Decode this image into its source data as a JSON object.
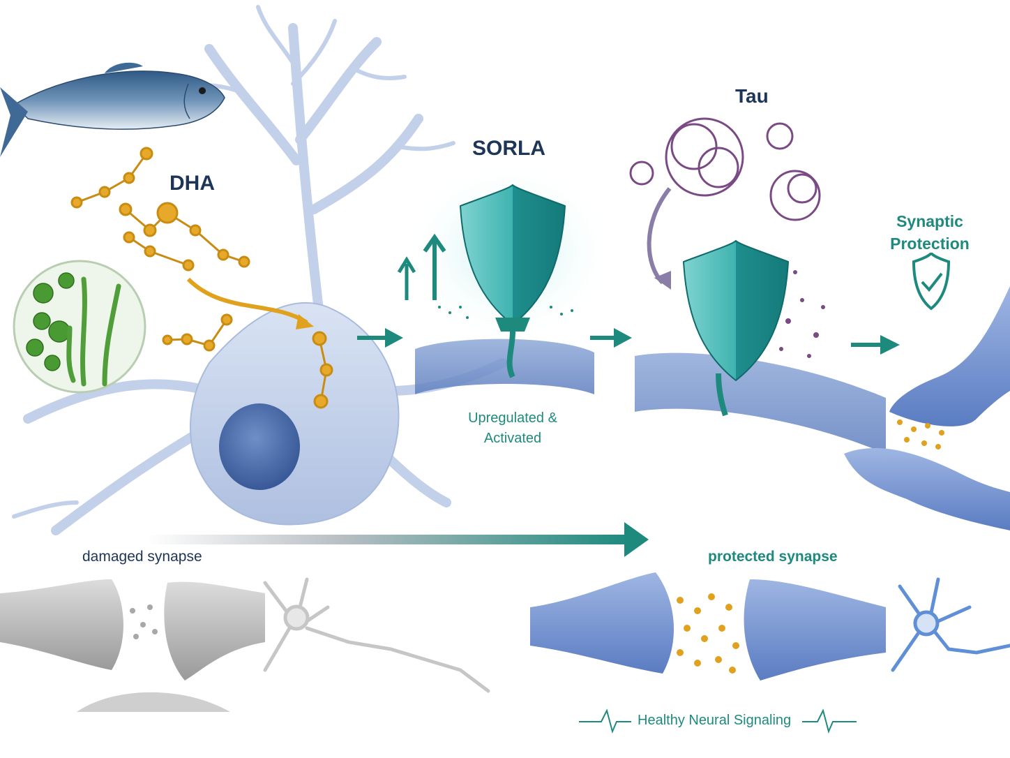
{
  "labels": {
    "dha": "DHA",
    "sorla": "SORLA",
    "tau": "Tau",
    "upregulated": "Upregulated & Activated",
    "synaptic_protection": "Synaptic Protection",
    "damaged_synapse": "damaged synapse",
    "protected_synapse": "protected synapse",
    "healthy_signaling": "Healthy Neural Signaling"
  },
  "colors": {
    "navy": "#1d3557",
    "teal": "#1e8a7e",
    "neuron_blue": "#b9c9e6",
    "gold": "#e0a21e",
    "tau_purple": "#7a4a85",
    "gray": "#b8b8b8"
  },
  "icons": [
    "salmon-icon",
    "algae-icon",
    "shield-icon",
    "check-shield-icon",
    "tau-tangle-icon",
    "neuron-icon"
  ]
}
